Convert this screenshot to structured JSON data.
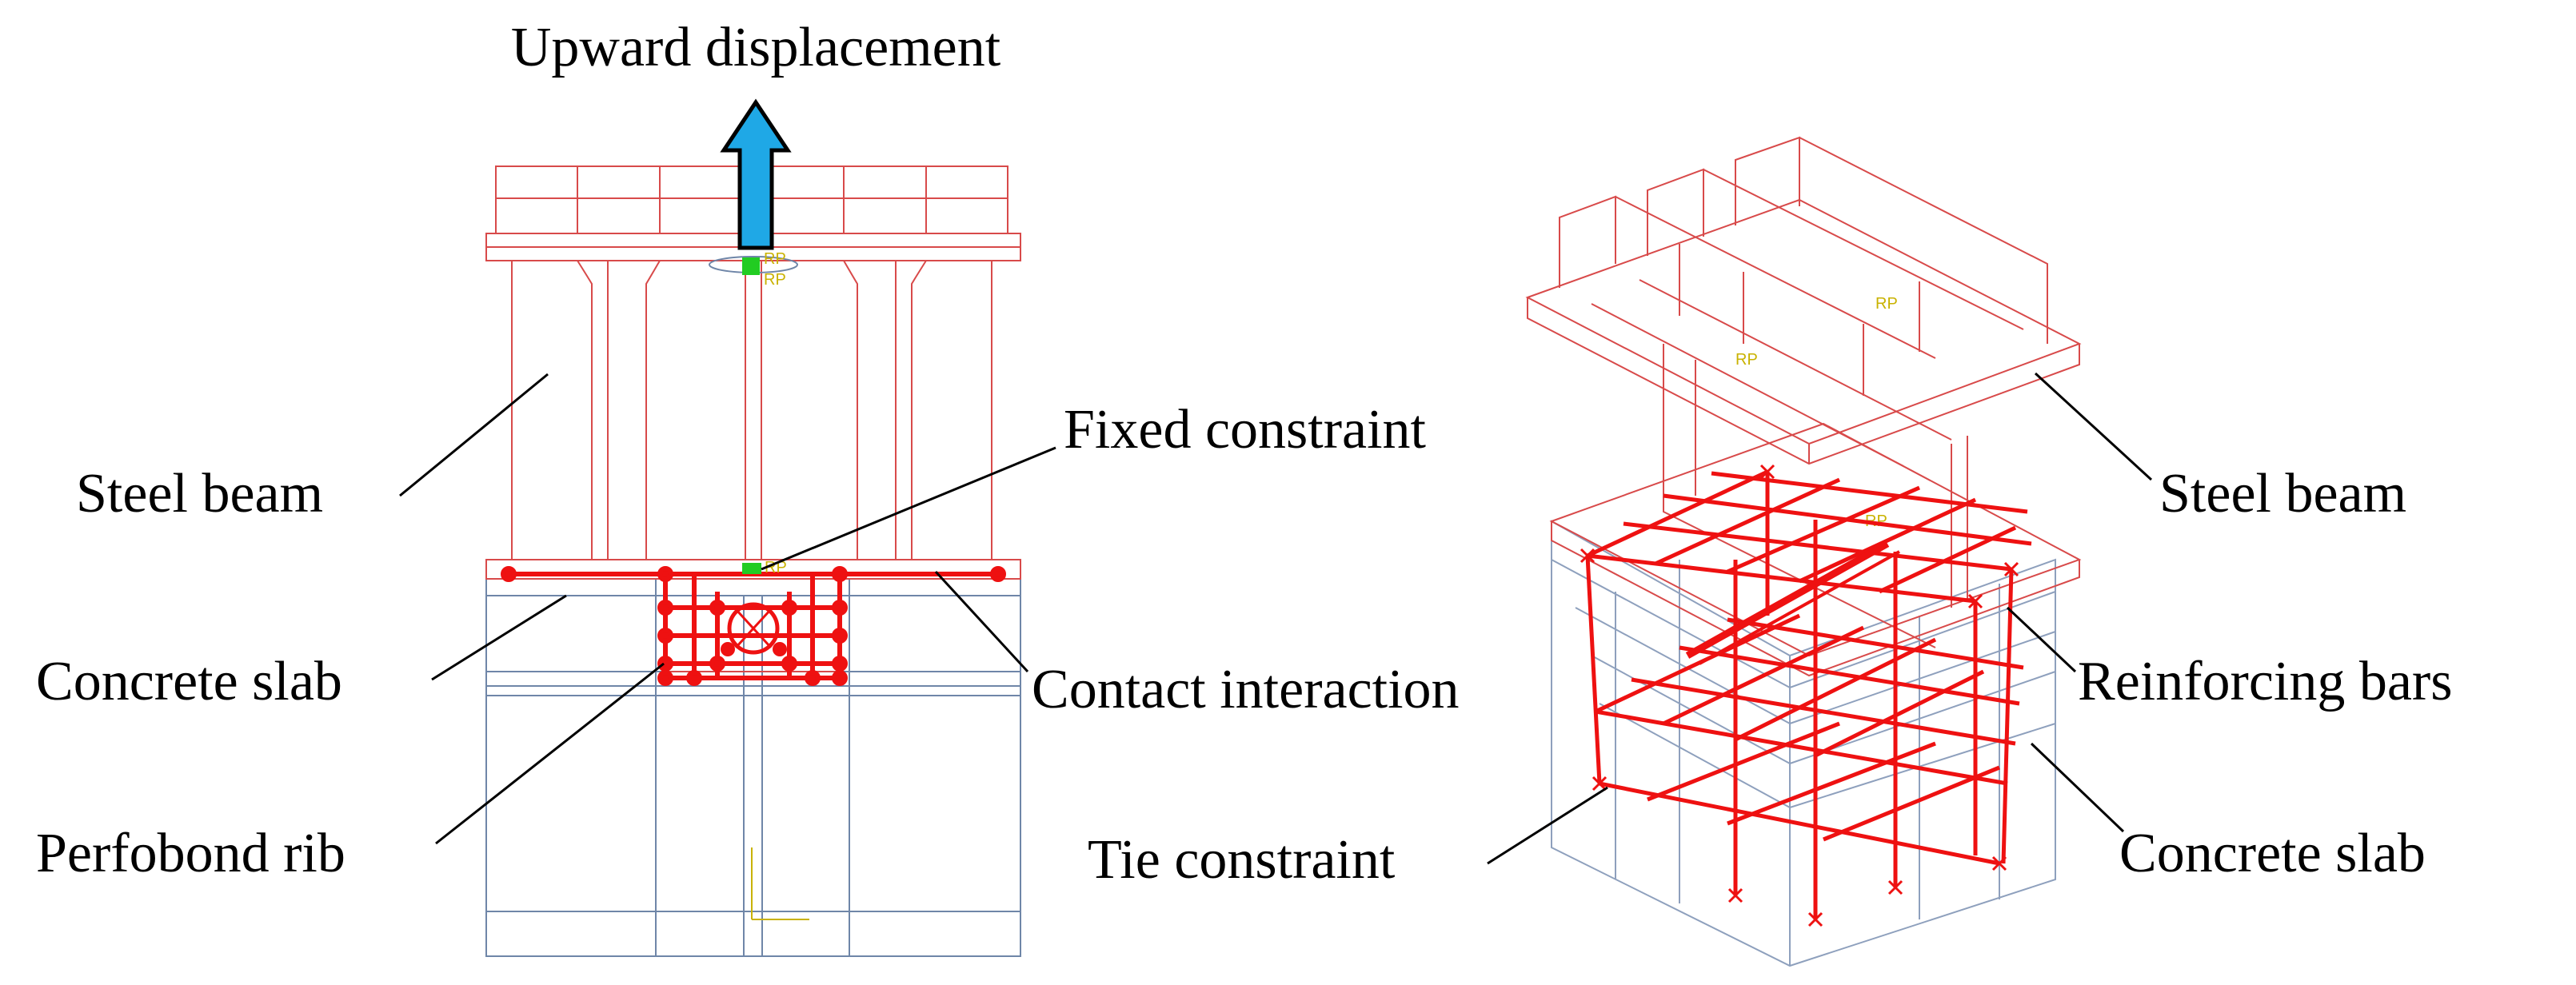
{
  "figure": {
    "left_view": {
      "top_label": "Upward displacement",
      "labels": {
        "steel_beam": "Steel beam",
        "fixed_constraint": "Fixed constraint",
        "concrete_slab": "Concrete slab",
        "contact_interaction": "Contact interaction",
        "perfobond_rib": "Perfobond rib"
      },
      "ref_point_text": "RP"
    },
    "right_view": {
      "labels": {
        "steel_beam": "Steel beam",
        "reinforcing_bars": "Reinforcing bars",
        "concrete_slab": "Concrete slab",
        "tie_constraint": "Tie constraint"
      },
      "ref_point_text": "RP"
    }
  },
  "colors": {
    "steel_lines": "#d84a4a",
    "rebar": "#ee1111",
    "concrete_lines": "#6f86a8",
    "fixed_point": "#22cc22",
    "arrow_fill": "#1fa8e6",
    "ref_text": "#d8c400"
  }
}
